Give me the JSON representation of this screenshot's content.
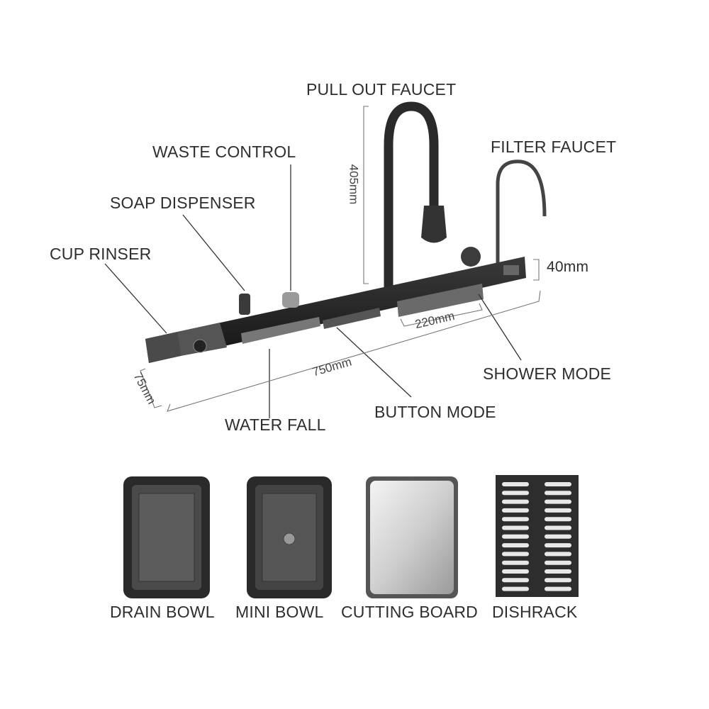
{
  "callouts": {
    "pull_out_faucet": "PULL OUT FAUCET",
    "waste_control": "WASTE CONTROL",
    "filter_faucet": "FILTER FAUCET",
    "soap_dispenser": "SOAP DISPENSER",
    "cup_rinser": "CUP RINSER",
    "shower_mode": "SHOWER MODE",
    "button_mode": "BUTTON MODE",
    "water_fall": "WATER FALL"
  },
  "dimensions": {
    "height": "405mm",
    "depth_right": "40mm",
    "shower_length": "220mm",
    "total_length": "750mm",
    "width": "75mm"
  },
  "accessories": [
    {
      "label": "DRAIN BOWL"
    },
    {
      "label": "MINI BOWL"
    },
    {
      "label": "CUTTING BOARD"
    },
    {
      "label": "DISHRACK"
    }
  ],
  "colors": {
    "body": "#1f1f1f",
    "text": "#2e2e2e",
    "line": "#333333"
  }
}
